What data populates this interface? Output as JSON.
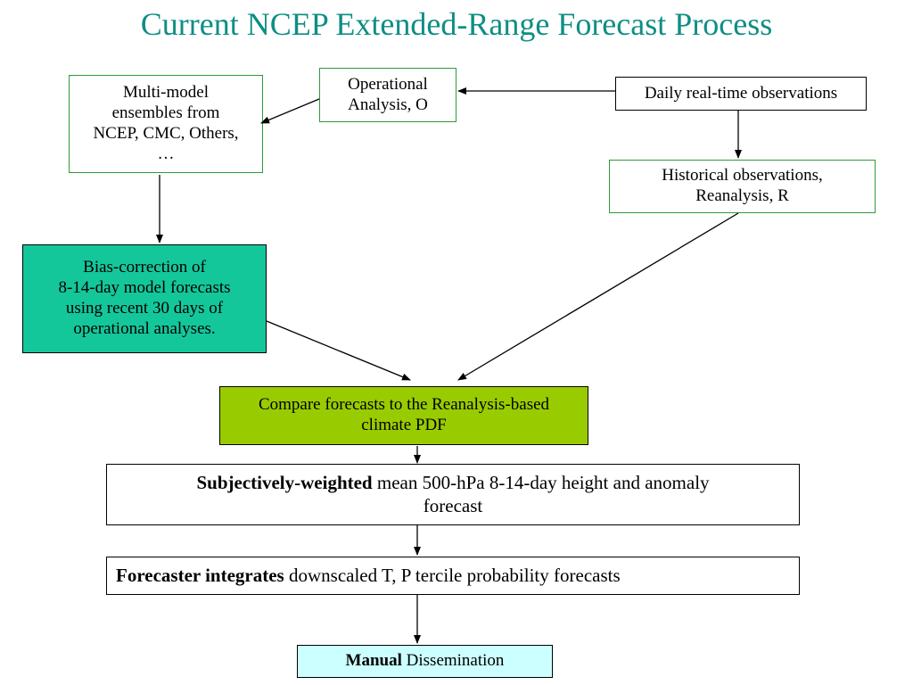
{
  "title": "Current NCEP Extended-Range Forecast Process",
  "nodes": {
    "operational_analysis": "Operational\nAnalysis, O",
    "multi_model": "Multi-model\nensembles from\nNCEP, CMC, Others,\n…",
    "daily_obs": "Daily real-time observations",
    "historical_obs": "Historical observations,\nReanalysis, R",
    "bias_correction": "Bias-correction of\n8-14-day model forecasts\nusing recent 30 days of\noperational analyses.",
    "compare": "Compare forecasts to the Reanalysis-based\nclimate PDF",
    "subjective_bold": "Subjectively-weighted",
    "subjective_rest": " mean 500-hPa 8-14-day height and anomaly\nforecast",
    "integrates_bold": "Forecaster integrates",
    "integrates_rest": " downscaled T, P tercile probability forecasts",
    "dissemination_bold": "Manual",
    "dissemination_rest": " Dissemination"
  },
  "colors": {
    "title": "#0e8e84",
    "bias_fill": "#14c79b",
    "compare_fill": "#99cc00",
    "dissemination_fill": "#ccffff",
    "green_border": "#2e9a3a"
  }
}
